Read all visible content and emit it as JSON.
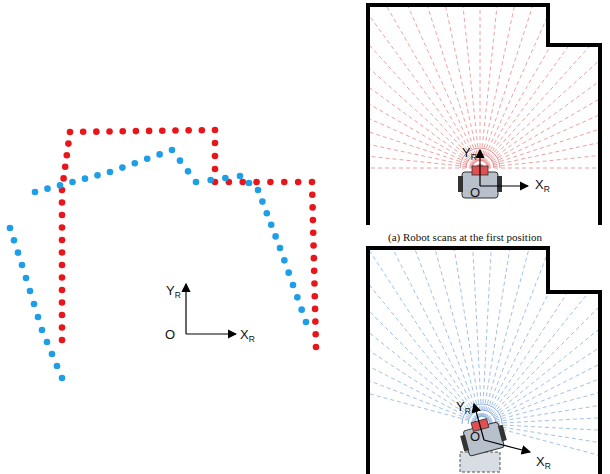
{
  "diagram": {
    "labels": [
      "YR",
      "O",
      "XR",
      "YR",
      "O",
      "XR",
      "(a) Robot scans at the first position",
      "YR",
      "O",
      "XR"
    ]
  }
}
